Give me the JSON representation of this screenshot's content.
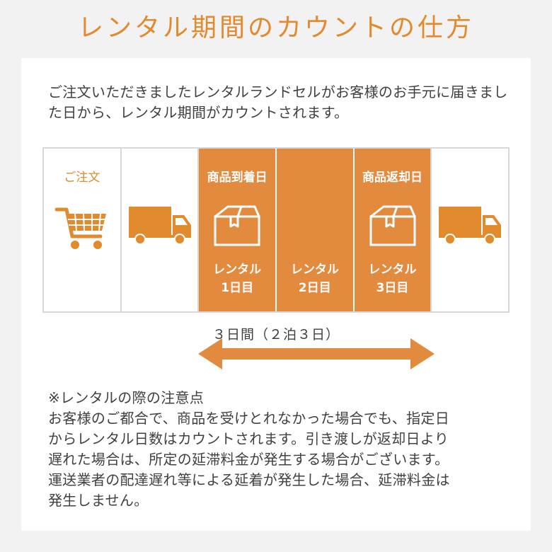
{
  "title": "レンタル期間のカウントの仕方",
  "intro": "ご注文いただきましたレンタルランドセルがお客様のお手元に届きました日から、レンタル期間がカウントされます。",
  "timeline": [
    {
      "top": "ご注文",
      "icon": "shopping-cart-icon",
      "bottom1": "",
      "bottom2": ""
    },
    {
      "top": "",
      "icon": "delivery-truck-icon",
      "bottom1": "",
      "bottom2": ""
    },
    {
      "top": "商品到着日",
      "icon": "package-box-icon",
      "bottom1": "レンタル",
      "bottom2": "1日目"
    },
    {
      "top": "",
      "icon": "",
      "bottom1": "レンタル",
      "bottom2": "2日目"
    },
    {
      "top": "商品返却日",
      "icon": "package-box-icon",
      "bottom1": "レンタル",
      "bottom2": "3日目"
    },
    {
      "top": "",
      "icon": "delivery-truck-icon",
      "bottom1": "",
      "bottom2": ""
    }
  ],
  "period": "３日間（２泊３日）",
  "notes": {
    "heading": "※レンタルの際の注意点",
    "lines": [
      "お客様のご都合で、商品を受けとれなかった場合でも、指定日",
      "からレンタル日数はカウントされます。引き渡しが返却日より",
      "遅れた場合は、所定の延滞料金が発生する場合がございます。",
      "運送業者の配達遅れ等による延着が発生した場合、延滞料金は",
      "発生しません。"
    ]
  },
  "colors": {
    "accent": "#e28a3e",
    "text": "#404040",
    "background": "#f2f2f2"
  }
}
